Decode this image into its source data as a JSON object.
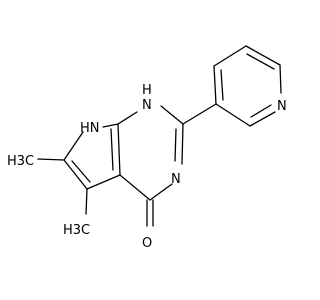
{
  "molecule": {
    "atoms": {
      "nh_pyrrole": "HN",
      "nh_pyrimidine": "H",
      "nh_pyrimidine_n": "N",
      "n_imine": "N",
      "n_pyridine": "N",
      "o_carbonyl": "O",
      "methyl_upper": "H3C",
      "methyl_lower": "H3C"
    }
  },
  "colors": {
    "bond": "#000000",
    "text": "#000000",
    "background": "#ffffff"
  }
}
